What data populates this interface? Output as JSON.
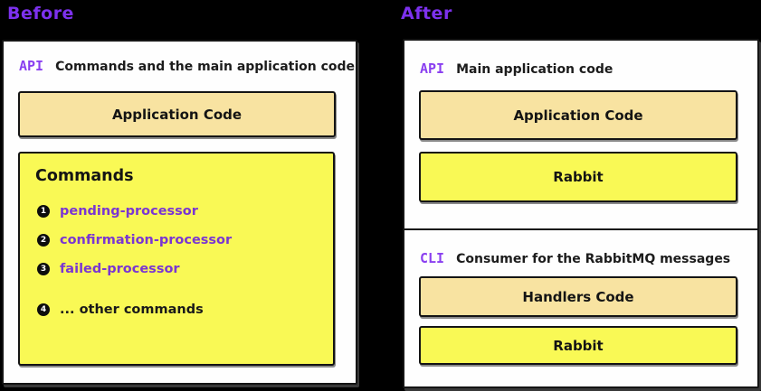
{
  "colors": {
    "background": "#000000",
    "panel": "#fefefe",
    "tan_box": "#f8e3a1",
    "yellow_box": "#f9f955",
    "heading_purple": "#7d31ee",
    "tag_purple": "#8a3ff0",
    "item_purple": "#7a36d2",
    "ink": "#141414"
  },
  "headings": {
    "before": "Before",
    "after": "After"
  },
  "before_panel": {
    "tag": "API",
    "title": "Commands and the main application code",
    "application_box": "Application Code",
    "commands_box": {
      "title": "Commands",
      "items": [
        {
          "num": "1",
          "label": "pending-processor"
        },
        {
          "num": "2",
          "label": "confirmation-processor"
        },
        {
          "num": "3",
          "label": "failed-processor"
        },
        {
          "num": "4",
          "label": "... other commands"
        }
      ]
    }
  },
  "after_api_panel": {
    "tag": "API",
    "title": "Main application code",
    "boxes": {
      "application": "Application Code",
      "rabbit": "Rabbit"
    }
  },
  "after_cli_panel": {
    "tag": "CLI",
    "title": "Consumer for the RabbitMQ messages",
    "boxes": {
      "handlers": "Handlers Code",
      "rabbit": "Rabbit"
    }
  }
}
